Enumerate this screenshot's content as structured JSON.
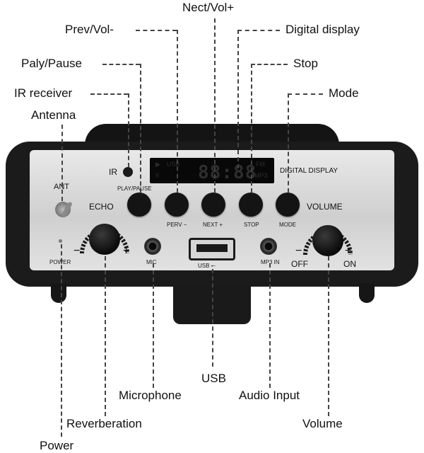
{
  "callouts": {
    "next_vol_plus": "Nect/Vol+",
    "prev_vol_minus": "Prev/Vol-",
    "digital_display": "Digital display",
    "play_pause": "Paly/Pause",
    "stop": "Stop",
    "ir_receiver": "IR receiver",
    "mode": "Mode",
    "antenna": "Antenna",
    "usb": "USB",
    "microphone": "Microphone",
    "audio_input": "Audio Input",
    "reverberation": "Reverberation",
    "volume": "Volume",
    "power": "Power"
  },
  "panel": {
    "ir": "IR",
    "ant": "ANT",
    "echo": "ECHO",
    "echo_minus": "−",
    "echo_plus": "+",
    "power": "POWER",
    "mic": "MIC",
    "usb": "USB ⭠",
    "mp3_in": "MP3 IN",
    "volume": "VOLUME",
    "vol_minus": "−",
    "vol_plus": "+",
    "off": "OFF",
    "on": "ON",
    "digital_display": "DIGITAL DISPLAY",
    "play_pause": "PLAY/PAUSE",
    "perv": "PERV −",
    "next": "NEXT +",
    "stop": "STOP",
    "mode": "MODE"
  },
  "display": {
    "digits": "88:88",
    "usb": "USB",
    "fm": "FM",
    "mp3": "MP3",
    "play_icon": "▶",
    "pause_icon": "II"
  },
  "colors": {
    "device_body": "#1b1b1b",
    "panel_silver": "#dcdcdc",
    "display_bg": "#080808"
  }
}
